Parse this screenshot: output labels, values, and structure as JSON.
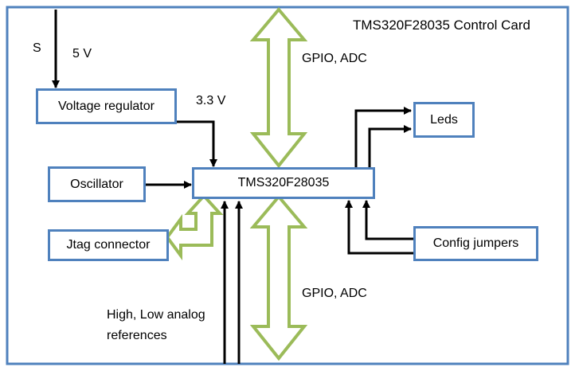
{
  "card_title": "TMS320F28035 Control Card",
  "blocks": {
    "voltage_regulator": "Voltage regulator",
    "oscillator": "Oscillator",
    "mcu": "TMS320F28035",
    "jtag": "Jtag connector",
    "leds": "Leds",
    "config": "Config jumpers"
  },
  "labels": {
    "supply_s": "S",
    "supply_5v": "5 V",
    "supply_3v3": "3.3 V",
    "gpio_adc_top": "GPIO, ADC",
    "gpio_adc_bottom": "GPIO, ADC",
    "analog_refs_line1": "High, Low analog",
    "analog_refs_line2": "references"
  },
  "colors": {
    "box_border": "#4f81bd",
    "green_arrow": "#9bbb59",
    "line": "#000000"
  }
}
